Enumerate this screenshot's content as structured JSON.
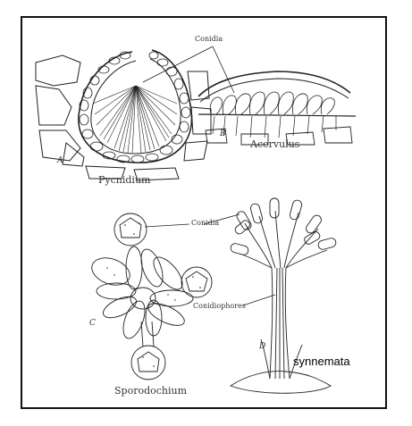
{
  "labels": {
    "conidia_top": "Conidia",
    "conidia_mid": "Conidia",
    "conidiophores": "Conidiophores",
    "pycnidium": "Pycnidium",
    "acervulus": "Acervulus",
    "sporodochium": "Sporodochium",
    "synnemata": "synnemata",
    "letter_a": "A",
    "letter_b": "B",
    "letter_c": "C",
    "letter_d": "D"
  },
  "colors": {
    "ink": "#222222",
    "frame": "#111111"
  }
}
